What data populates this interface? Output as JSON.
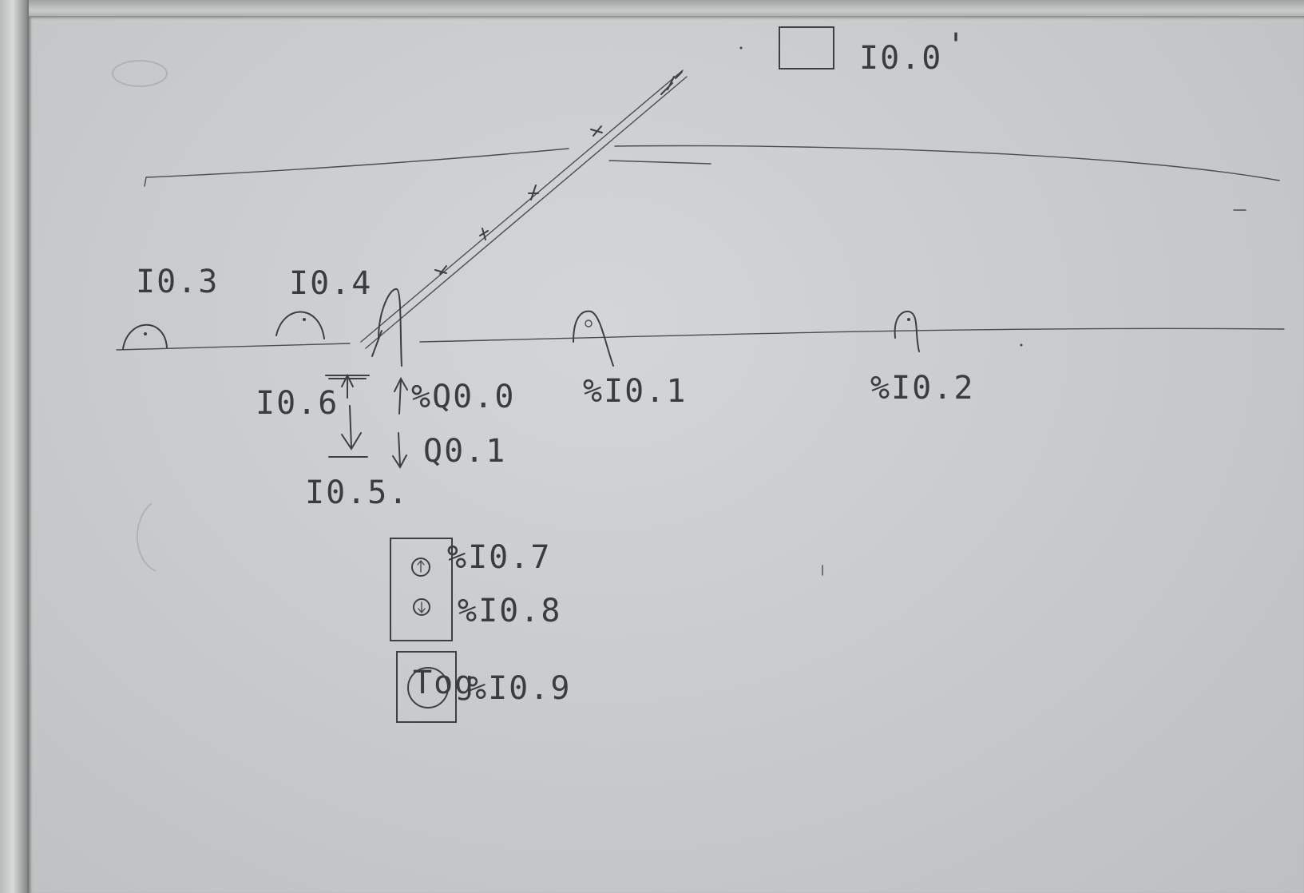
{
  "whiteboard": {
    "labels": {
      "i00": "I0.0",
      "i01": "%I0.1",
      "i02": "%I0.2",
      "i03": "I0.3",
      "i04": "I0.4",
      "i05": "I0.5.",
      "i06": "I0.6",
      "q00": "%Q0.0",
      "q01": "Q0.1",
      "i07": "%I0.7",
      "i08": "%I0.8",
      "i09": "%I0.9",
      "tog": "Tog"
    },
    "ink_color": "#3d3f40",
    "board_color": "#c9cccd"
  }
}
